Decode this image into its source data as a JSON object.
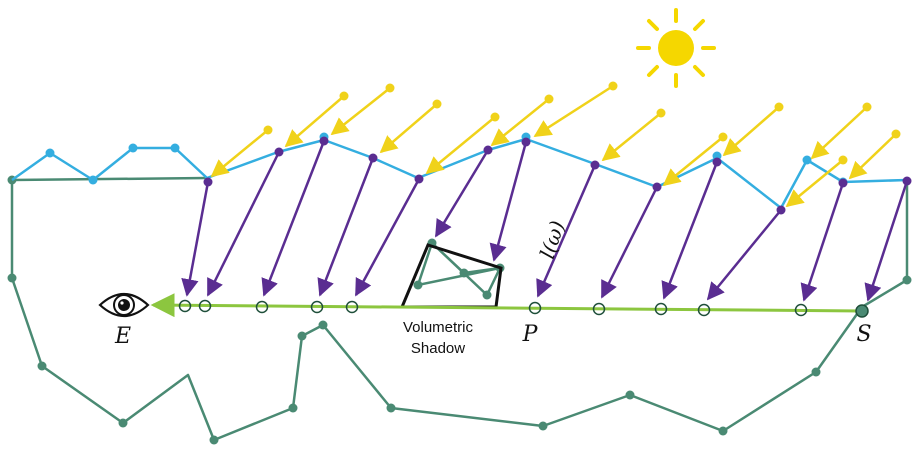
{
  "labels": {
    "eye": "E",
    "point_p": "P",
    "point_s": "S",
    "light_term": "l(ω)",
    "shadow_line1": "Volumetric",
    "shadow_line2": "Shadow"
  },
  "colors": {
    "sun": "#f5d700",
    "light_ray": "#f0d21a",
    "surface": "#34aee0",
    "surface_point": "#34aee0",
    "shadow_ray": "#5a2d91",
    "view_ray": "#8cc63f",
    "volume": "#4a8a73",
    "occluder": "#4a8a73",
    "sample_ring": "#1f4f3a",
    "shadow_outline": "#111111",
    "text": "#111111"
  },
  "icons": {
    "sun": "sun-icon",
    "eye": "eye-icon"
  }
}
